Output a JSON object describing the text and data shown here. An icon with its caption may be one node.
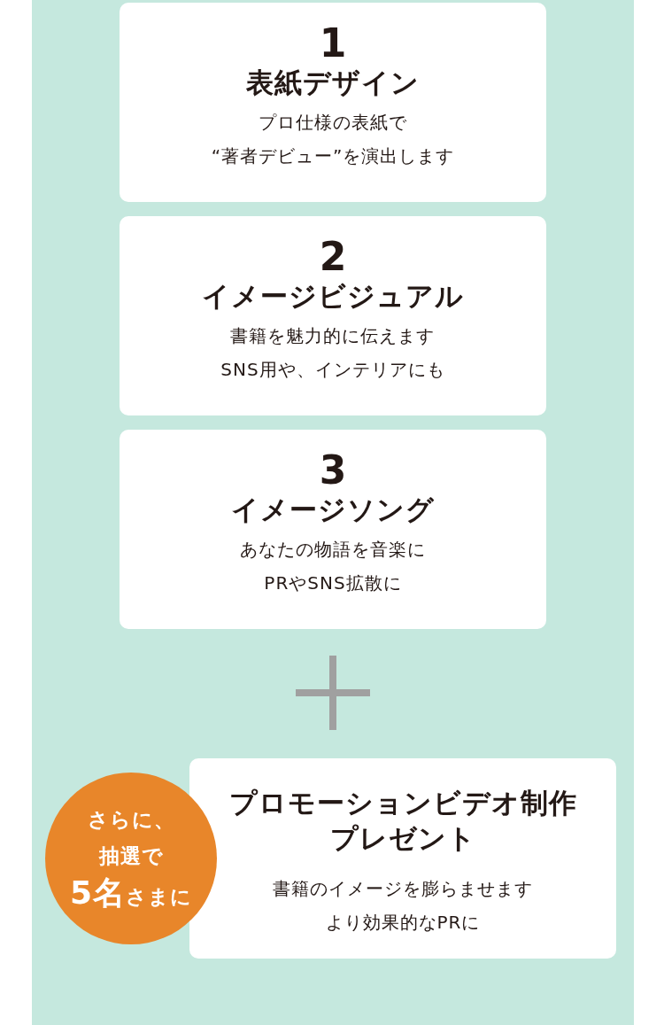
{
  "diagram": {
    "nodes": [
      {
        "text": [
          "1",
          "表紙デザイン",
          "プロ仕様の表紙で“著者デビュー”を演出します"
        ]
      },
      {
        "text": [
          "2",
          "イメージビジュアル",
          "書籍を魅力的に伝えますSNS用や、インテリアにも"
        ]
      },
      {
        "text": [
          "3",
          "イメージソング",
          "あなたの物語を音楽にPRやSNS拡散に"
        ]
      },
      {
        "text": [
          "さらに、抽選で**5名**さまに"
        ]
      },
      {
        "text": [
          "プロモーションビデオ制作プレゼント",
          "書籍のイメージを膨らませますより効果的なPRに"
        ]
      }
    ]
  }
}
